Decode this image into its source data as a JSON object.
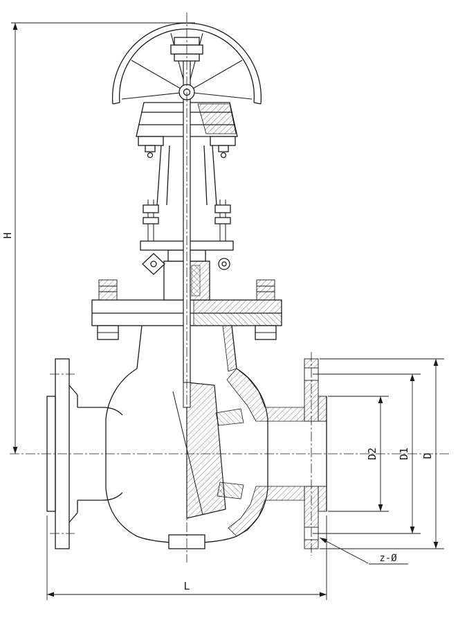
{
  "drawing": {
    "subject": "gate-valve-sectional-front-view",
    "dimension_labels": {
      "H": "H",
      "L": "L",
      "D": "D",
      "D1": "D1",
      "D2": "D2",
      "bolt_holes": "z-Ø"
    },
    "colors": {
      "ink": "#1a1a1a",
      "paper": "#ffffff"
    }
  }
}
